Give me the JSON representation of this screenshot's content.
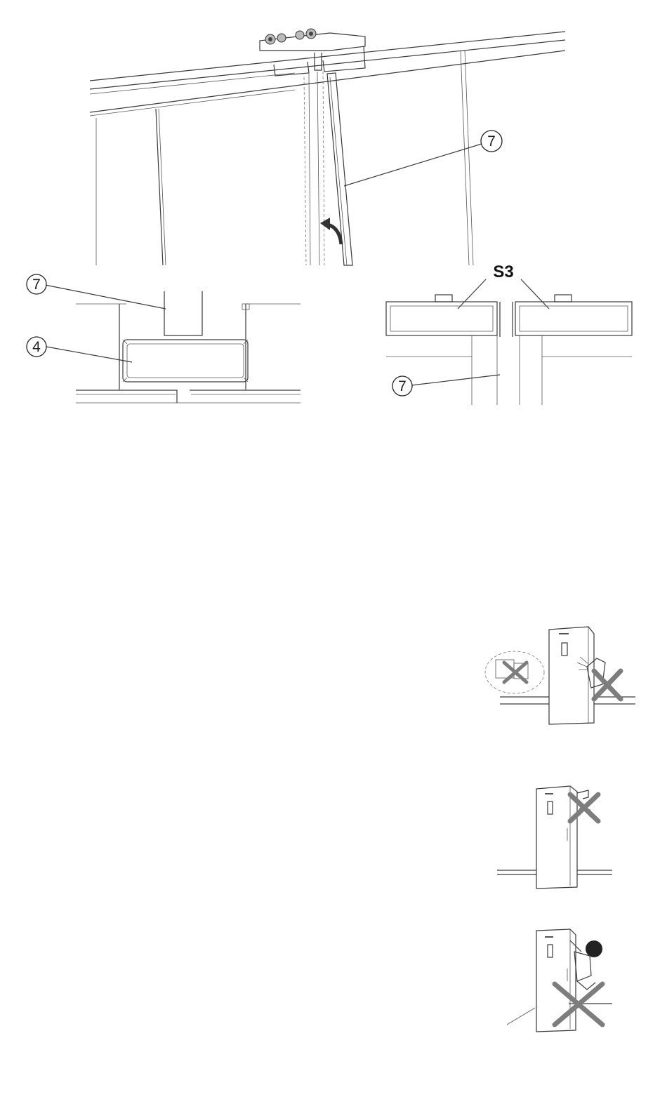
{
  "figures": {
    "top_view": {
      "callout": "7"
    },
    "detail_left": {
      "callouts": [
        "7",
        "4"
      ]
    },
    "detail_right": {
      "label": "S3",
      "callout": "7"
    }
  },
  "warnings": [
    {
      "icon": "no-spray-chemicals-icon"
    },
    {
      "icon": "no-water-splash-icon"
    },
    {
      "icon": "no-climbing-icon"
    }
  ],
  "colors": {
    "line": "#3a3a3a",
    "cross": "#7d7d7d"
  }
}
